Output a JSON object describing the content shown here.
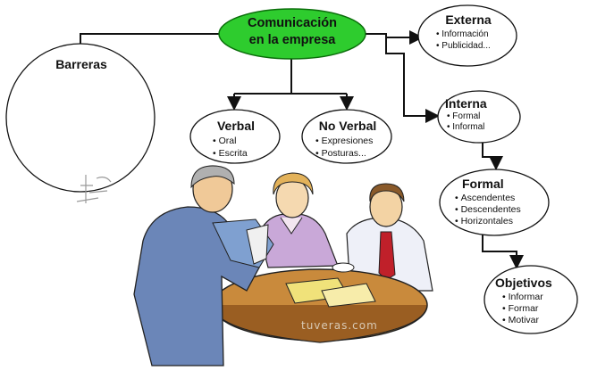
{
  "root": {
    "line1": "Comunicación",
    "line2": "en la empresa",
    "fill": "#2ecc2e"
  },
  "barreras": {
    "label": "Barreras"
  },
  "verbal": {
    "title": "Verbal",
    "items": [
      "Oral",
      "Escrita"
    ]
  },
  "no_verbal": {
    "title": "No Verbal",
    "items": [
      "Expresiones",
      "Posturas..."
    ]
  },
  "externa": {
    "title": "Externa",
    "items": [
      "Información",
      "Publicidad..."
    ]
  },
  "interna": {
    "title": "Interna",
    "items": [
      "Formal",
      "Informal"
    ]
  },
  "formal": {
    "title": "Formal",
    "items": [
      "Ascendentes",
      "Descendentes",
      "Horizontales"
    ]
  },
  "objetivos": {
    "title": "Objetivos",
    "items": [
      "Informar",
      "Formar",
      "Motivar"
    ]
  },
  "watermark": "tuveras.com"
}
